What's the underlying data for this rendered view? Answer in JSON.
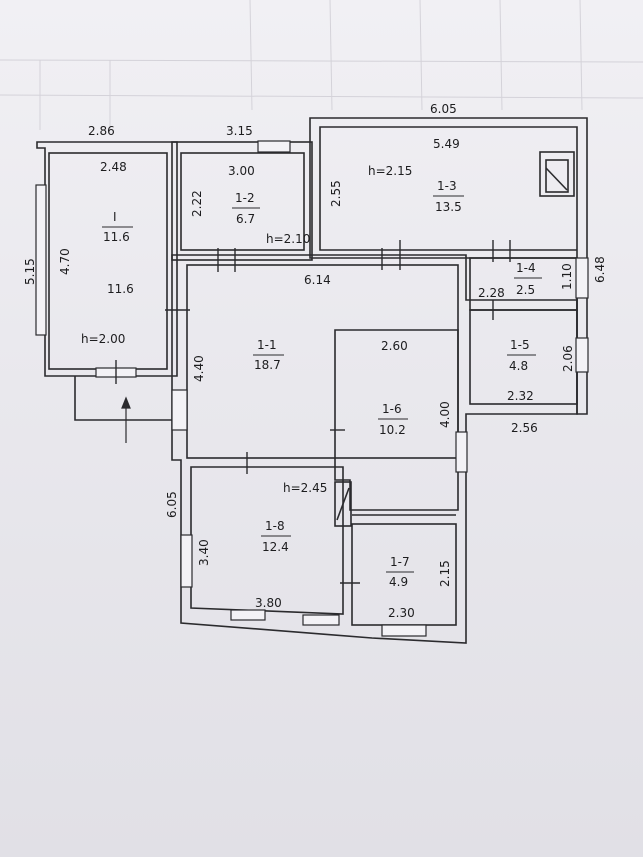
{
  "rooms": [
    {
      "id": "I",
      "number": "I",
      "area": "11.6",
      "area2": "11.6",
      "height": "h=2.00",
      "dims": [
        "2.86",
        "2.48",
        "5.15",
        "4.70"
      ]
    },
    {
      "id": "1-1",
      "number": "1-1",
      "area": "18.7",
      "dims": [
        "6.14",
        "4.40",
        "6.05"
      ]
    },
    {
      "id": "1-2",
      "number": "1-2",
      "area": "6.7",
      "height": "h=2.10",
      "dims": [
        "3.15",
        "3.00",
        "2.22"
      ]
    },
    {
      "id": "1-3",
      "number": "1-3",
      "area": "13.5",
      "height": "h=2.15",
      "dims": [
        "6.05",
        "5.49",
        "2.55"
      ]
    },
    {
      "id": "1-4",
      "number": "1-4",
      "area": "2.5",
      "dims": [
        "2.28",
        "1.10",
        "6.48"
      ]
    },
    {
      "id": "1-5",
      "number": "1-5",
      "area": "4.8",
      "dims": [
        "2.06",
        "2.32",
        "2.56"
      ]
    },
    {
      "id": "1-6",
      "number": "1-6",
      "area": "10.2",
      "dims": [
        "2.60",
        "4.00"
      ]
    },
    {
      "id": "1-7",
      "number": "1-7",
      "area": "4.9",
      "dims": [
        "2.15",
        "2.30"
      ]
    },
    {
      "id": "1-8",
      "number": "1-8",
      "area": "12.4",
      "height": "h=2.45",
      "dims": [
        "3.40",
        "3.80"
      ]
    }
  ]
}
